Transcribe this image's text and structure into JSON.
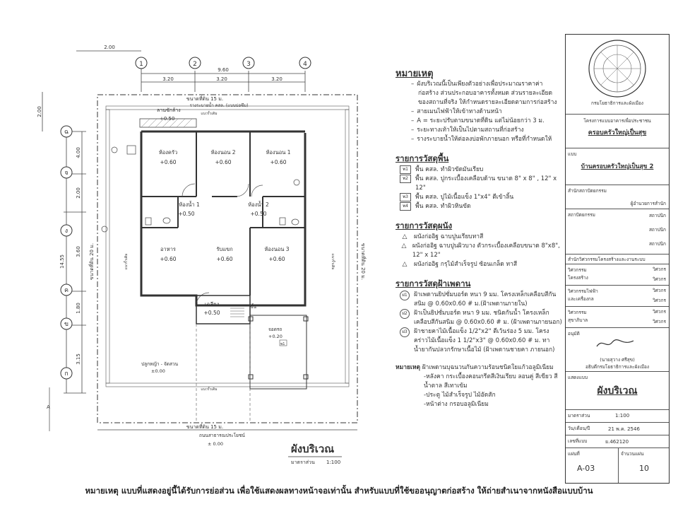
{
  "plan": {
    "grid_numbers": [
      "1",
      "2",
      "3",
      "4"
    ],
    "grid_letters": [
      "ก",
      "ข",
      "ค",
      "ง",
      "จ",
      "ฉ"
    ],
    "dim_top_margin": "2.00",
    "dim_total_width": "9.60",
    "dim_bays": [
      "3.20",
      "3.20",
      "3.20"
    ],
    "dim_left_total": "14.55",
    "dim_left_segments": [
      "2.00",
      "4.00",
      "2.00",
      "3.60",
      "1.80",
      "3.15"
    ],
    "dim_top_left_vertical": "2.00",
    "boundary_top": "ขนาดที่ดิน 15 ม.",
    "boundary_bottom": "ขนาดที่ดิน 15 ม.",
    "boundary_left": "ขนาดที่ดิน 20 ม.",
    "boundary_right": "ขนาดที่ดิน 20 ม.",
    "drain_top": "รางระบายน้ำ คสล. (แบบบ่อซึม)",
    "fence_label": "แนวรั้วเดิม",
    "drain_left": "แนวรั้วเดิม",
    "drain_right": "แนวรั้วเดิม",
    "laundry_label": "ลานซักล้าง",
    "laundry_level": "+0.50",
    "rooms": [
      {
        "name": "ห้องครัว",
        "level": "+0.60"
      },
      {
        "name": "ห้องนอน 2",
        "level": "+0.60"
      },
      {
        "name": "ห้องนอน 1",
        "level": "+0.60"
      },
      {
        "name": "ห้องน้ำ 1",
        "level": "+0.50"
      },
      {
        "name": "ห้องน้ำ 2",
        "level": "+0.50"
      },
      {
        "name": "อาหาร",
        "level": "+0.60"
      },
      {
        "name": "รับแขก",
        "level": "+0.60"
      },
      {
        "name": "ห้องนอน 3",
        "level": "+0.60"
      },
      {
        "name": "เฉลียง",
        "level": "+0.50"
      }
    ],
    "stair_label": "ขึ้น",
    "parking_label": "จอดรถ",
    "parking_level": "+0.20",
    "parking_code": "พ1",
    "garden_label": "ปลูกหญ้า - จัดสวน",
    "garden_level": "±0.00",
    "road_label": "ถนนสาธารณประโยชน์",
    "road_level": "± 0.00",
    "plan_title": "ผังบริเวณ",
    "plan_scale_label": "มาตราส่วน",
    "plan_scale": "1:100",
    "axis_a": "A"
  },
  "notes": {
    "heading": "หมายเหตุ",
    "items": [
      "ผังบริเวณนี้เป็นเพียงตัวอย่างเพื่อประมาณราคาค่าก่อสร้าง ส่วนประกอบอาคารทั้งหมด ส่วนรายละเอียดของสถานที่จริง ให้กำหนดรายละเอียดตามการก่อสร้าง",
      "สายเมนไฟฟ้าให้เข้าทางด้านหน้า",
      "A = ระยะปรับตามขนาดที่ดิน แต่ไม่น้อยกว่า 3 ม.",
      "ระยะทางเท้าให้เป็นไปตามสถานที่ก่อสร้าง",
      "รางระบายน้ำให้ต่อลงบ่อพักภายนอก หรือที่กำหนดให้"
    ],
    "floor_heading": "รายการวัสดุพื้น",
    "floor_items": [
      {
        "code": "พ1",
        "text": "พื้น คสล. ทำผิวขัดมันเรียบ"
      },
      {
        "code": "พ2",
        "text": "พื้น คสล. ปูกระเบื้องเคลือบด้าน ขนาด 8\" x 8\" , 12\" x 12\""
      },
      {
        "code": "พ3",
        "text": "พื้น คสล. ปูไม้เนื้อแข็ง 1\"x4\" ตีเข้าลิ้น"
      },
      {
        "code": "พ4",
        "text": "พื้น คสล. ทำผิวหินขัด"
      }
    ],
    "wall_heading": "รายการวัสดุผนัง",
    "wall_items": [
      {
        "code": "1",
        "text": "ผนังก่ออิฐ ฉาบปูนเรียบทาสี"
      },
      {
        "code": "2",
        "text": "ผนังก่ออิฐ ฉาบปูนผิวบาง ตัวกระเบื้องเคลือบขนาด 8\"x8\", 12\" x 12\""
      },
      {
        "code": "3",
        "text": "ผนังก่ออิฐ กรุไม้สำเร็จรูป ซ้อนเกล็ด ทาสี"
      }
    ],
    "ceiling_heading": "รายการวัสดุฝ้าเพดาน",
    "ceiling_items": [
      {
        "code": "ฝ1",
        "text": "ฝ้าเพดานยิปซั่มบอร์ด หนา 9 มม. โครงเหล็กเคลือบสีกันสนิม @ 0.60x0.60 # ม.(ฝ้าเพดานภายใน)"
      },
      {
        "code": "ฝ2",
        "text": "ฝ้าเป็นยิปซั่มบอร์ด หนา 9 มม. ชนิดกันน้ำ โครงเหล็กเคลือบสีกันสนิม @ 0.60x0.60 # ม. (ฝ้าเพดานภายนอก)"
      },
      {
        "code": "ฝ3",
        "text": "ฝ้าชายคาไม้เนื้อแข็ง 1/2\"x2\" ตีเว้นร่อง 5 มม. โครงคร่าวไม้เนื้อแข็ง 1 1/2\"x3\" @ 0.60x0.60 # ม. ทาน้ำยากันปลวกรักษาเนื้อไม้ (ฝ้าเพดานชายคา ภายนอก)"
      }
    ],
    "remark_label": "หมายเหตุ",
    "remark_text": "ฝ้าเพดานบุฉนวนกันความร้อนชนิดใยแก้วอลูมิเนียม",
    "remark_items": [
      {
        "label": "-หลังคา",
        "text": "กระเบื้องคอนกรีตสีเงินเรียบ ลอนคู่ สีเขียว สีน้ำตาล สีเทาเข้ม"
      },
      {
        "label": "-ประตู",
        "text": "ไม้สำเร็จรูป ไม้อัดสัก"
      },
      {
        "label": "-หน้าต่าง",
        "text": "กรอบอลูมิเนียม"
      }
    ]
  },
  "title_block": {
    "emblem_caption": "กรมโยธาธิการและผังเมือง",
    "project_caption": "โครงการแบบอาคารเพื่อประชาชน",
    "project_name": "ครอบครัวใหญ่เป็นสุข",
    "type_label": "แบบ",
    "type_name": "บ้านครอบครัวใหญ่เป็นสุข 2",
    "office_label": "สำนักสถาปัตยกรรม",
    "office_right": "ผู้อำนวยการสำนัก",
    "sign1_label": "สถาปัตยกรรม",
    "sign_right": [
      "สถาปนิก",
      "สถาปนิก",
      "สถาปนิก"
    ],
    "eng_office": "สำนักวิศวกรรมโครงสร้างและงานระบบ",
    "eng_rows": [
      {
        "label": "วิศวกรรม",
        "right": "วิศวกร"
      },
      {
        "label": "โครงสร้าง",
        "right": "วิศวกร"
      },
      {
        "label": "วิศวกรรมไฟฟ้า",
        "right": "วิศวกร"
      },
      {
        "label": "และเครื่องกล",
        "right": "วิศวกร"
      },
      {
        "label": "วิศวกรรม",
        "right": "วิศวกร"
      },
      {
        "label": "สุขาภิบาล",
        "right": "วิศวกร"
      }
    ],
    "approve_label": "อนุมัติ",
    "approver_name": "(นายสุวาง ศรีสุข)",
    "approver_title": "อธิบดีกรมโยธาธิการและผังเมือง",
    "sheet_label": "แสดงแบบ",
    "sheet_title": "ผังบริเวณ",
    "scale_label": "มาตราส่วน",
    "scale_value": "1:100",
    "date_label": "วัน/เดือน/ปี",
    "date_value": "21 พ.ค. 2546",
    "number_label": "เลขที่แบบ",
    "number_value": "ย.462120",
    "sheet_no_label": "แผ่นที่",
    "sheet_count_label": "จำนวนแผ่น",
    "sheet_no": "A-03",
    "sheet_count": "10"
  },
  "footer": {
    "text": "หมายเหตุ แบบที่แสดงอยู่นี้ได้รับการย่อส่วน เพื่อใช้แสดงผลทางหน้าจอเท่านั้น สำหรับแบบที่ใช้ขออนุญาตก่อสร้าง ให้ถ่ายสำเนาจากหนังสือแบบบ้าน"
  }
}
